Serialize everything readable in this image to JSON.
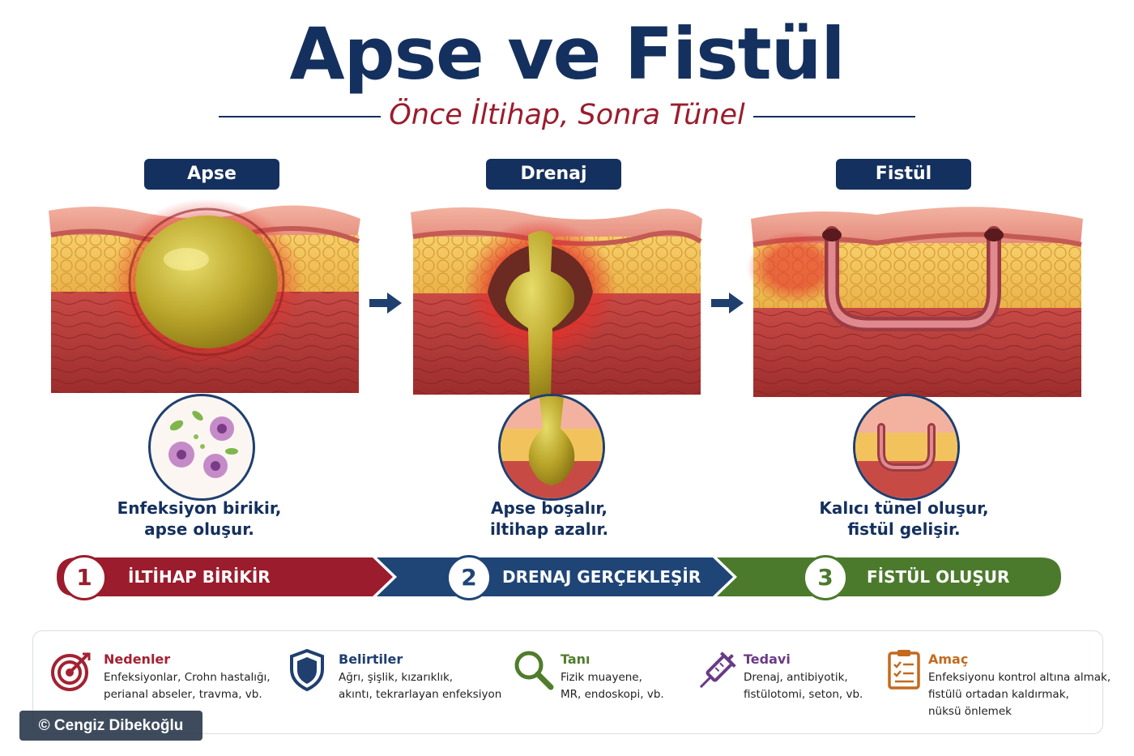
{
  "header": {
    "title": "Apse ve Fistül",
    "subtitle": "Önce İltihap, Sonra Tünel"
  },
  "stages": [
    {
      "label": "Apse",
      "caption_line1": "Enfeksiyon birikir,",
      "caption_line2": "apse oluşur."
    },
    {
      "label": "Drenaj",
      "caption_line1": "Apse boşalır,",
      "caption_line2": "iltihap azalır."
    },
    {
      "label": "Fistül",
      "caption_line1": "Kalıcı tünel oluşur,",
      "caption_line2": "fistül gelişir."
    }
  ],
  "steps": [
    {
      "number": "1",
      "label": "İLTİHAP BİRİKİR",
      "color": "#9b1c2c"
    },
    {
      "number": "2",
      "label": "DRENAJ GERÇEKLEŞİR",
      "color": "#1f4577"
    },
    {
      "number": "3",
      "label": "FİSTÜL OLUŞUR",
      "color": "#4b7a2c"
    }
  ],
  "info": [
    {
      "title": "Nedenler",
      "lines": [
        "Enfeksiyonlar, Crohn hastalığı,",
        "perianal abseler, travma, vb."
      ],
      "color": "#a42131",
      "icon": "target-icon"
    },
    {
      "title": "Belirtiler",
      "lines": [
        "Ağrı, şişlik, kızarıklık,",
        "akıntı, tekrarlayan enfeksiyon"
      ],
      "color": "#1f3f6e",
      "icon": "shield-icon"
    },
    {
      "title": "Tanı",
      "lines": [
        "Fizik muayene,",
        "MR, endoskopi, vb."
      ],
      "color": "#4f7d2c",
      "icon": "magnifier-icon"
    },
    {
      "title": "Tedavi",
      "lines": [
        "Drenaj, antibiyotik,",
        "fistülotomi, seton, vb."
      ],
      "color": "#6a3b86",
      "icon": "syringe-icon"
    },
    {
      "title": "Amaç",
      "lines": [
        "Enfeksiyonu kontrol altına almak,",
        "fistülü ortadan kaldırmak,",
        "nüksü önlemek"
      ],
      "color": "#c46a1e",
      "icon": "clipboard-icon"
    }
  ],
  "credit": "© Cengiz Dibekoğlu"
}
